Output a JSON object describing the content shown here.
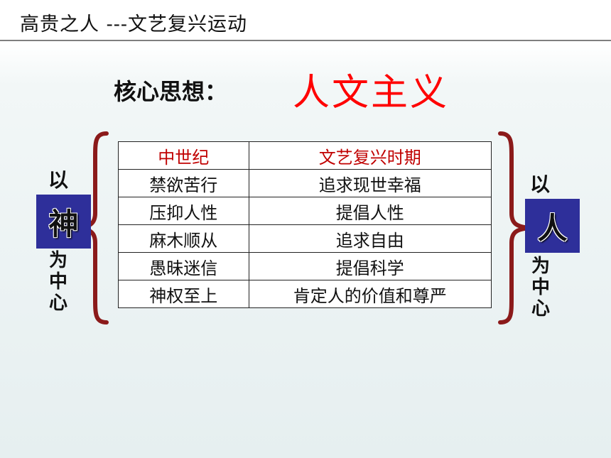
{
  "slide": {
    "title": "高贵之人 ---文艺复兴运动",
    "core_label": "核心思想：",
    "core_value": "人文主义"
  },
  "left_side": {
    "top": "以",
    "box": "神",
    "bottom": "为中心"
  },
  "right_side": {
    "top": "以",
    "box": "人",
    "bottom": "为中心"
  },
  "table": {
    "headers": [
      "中世纪",
      "文艺复兴时期"
    ],
    "rows": [
      [
        "禁欲苦行",
        "追求现世幸福"
      ],
      [
        "压抑人性",
        "提倡人性"
      ],
      [
        "麻木顺从",
        "追求自由"
      ],
      [
        "愚昧迷信",
        "提倡科学"
      ],
      [
        "神权至上",
        "肯定人的价值和尊严"
      ]
    ]
  },
  "colors": {
    "accent_red": "#ff0000",
    "header_red": "#c00000",
    "box_blue": "#2e2f9a",
    "brace_maroon": "#8b1a1a"
  }
}
